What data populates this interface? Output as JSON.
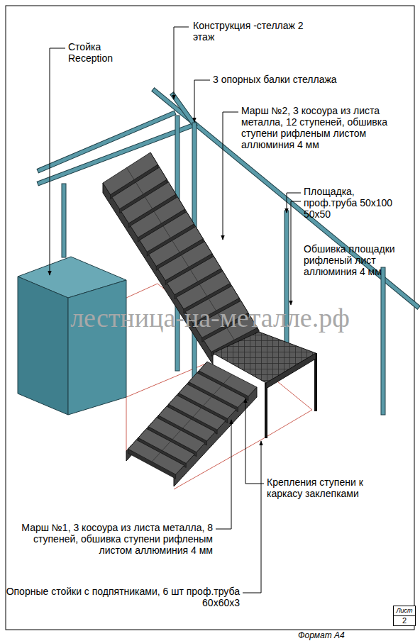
{
  "diagram": {
    "nodes": [
      {
        "text": [
          "Лист",
          "2"
        ]
      }
    ],
    "labels": [
      "Конструкция -стеллаж 2 этаж",
      "Стойка Reception",
      "3 опорных балки стеллажа",
      "Марш №2, 3 косоура из листа металла, 12 ступеней, обшивка ступени рифленым листом аллюминия 4 мм",
      "Площадка, проф.труба 50х100 50х50",
      "Обшивка площадки рифленый лист аллюминия 4 мм",
      "лестница-на-металле.рф",
      "Крепления ступени к каркасу заклепками",
      "Марш №1, 3 косоура из листа металла, 8 ступеней, обшивка ступени рифленым листом аллюминия 4 мм",
      "Опорные стойки с подпятниками, 6 шт проф.труба 60х60х3",
      "Формат А4"
    ]
  }
}
